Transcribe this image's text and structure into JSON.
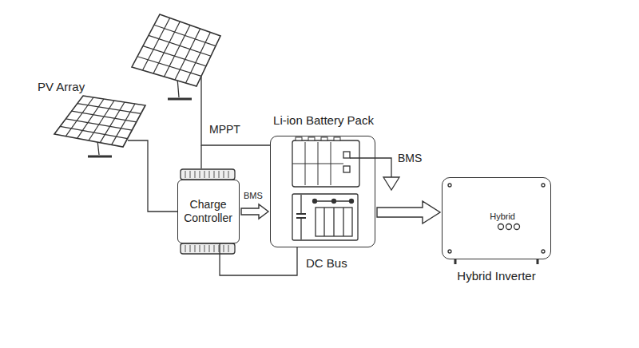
{
  "diagram": {
    "nodes": [
      {
        "text": [
          "Charge Controller"
        ]
      },
      {
        "text": [
          "Li-ion Battery Pack"
        ]
      },
      {
        "text": [
          "Hybrid",
          "Hybrid Inverter"
        ]
      }
    ],
    "edges": [
      {
        "from": 0,
        "to": 1,
        "arrow": "to",
        "label": "BMS"
      },
      {
        "from": 1,
        "to": 2,
        "arrow": "to"
      },
      {
        "from": 0,
        "to": 1,
        "arrow": "none"
      }
    ],
    "labels": [
      "PV Array",
      "MPPT",
      "BMS",
      "DC Bus"
    ]
  }
}
